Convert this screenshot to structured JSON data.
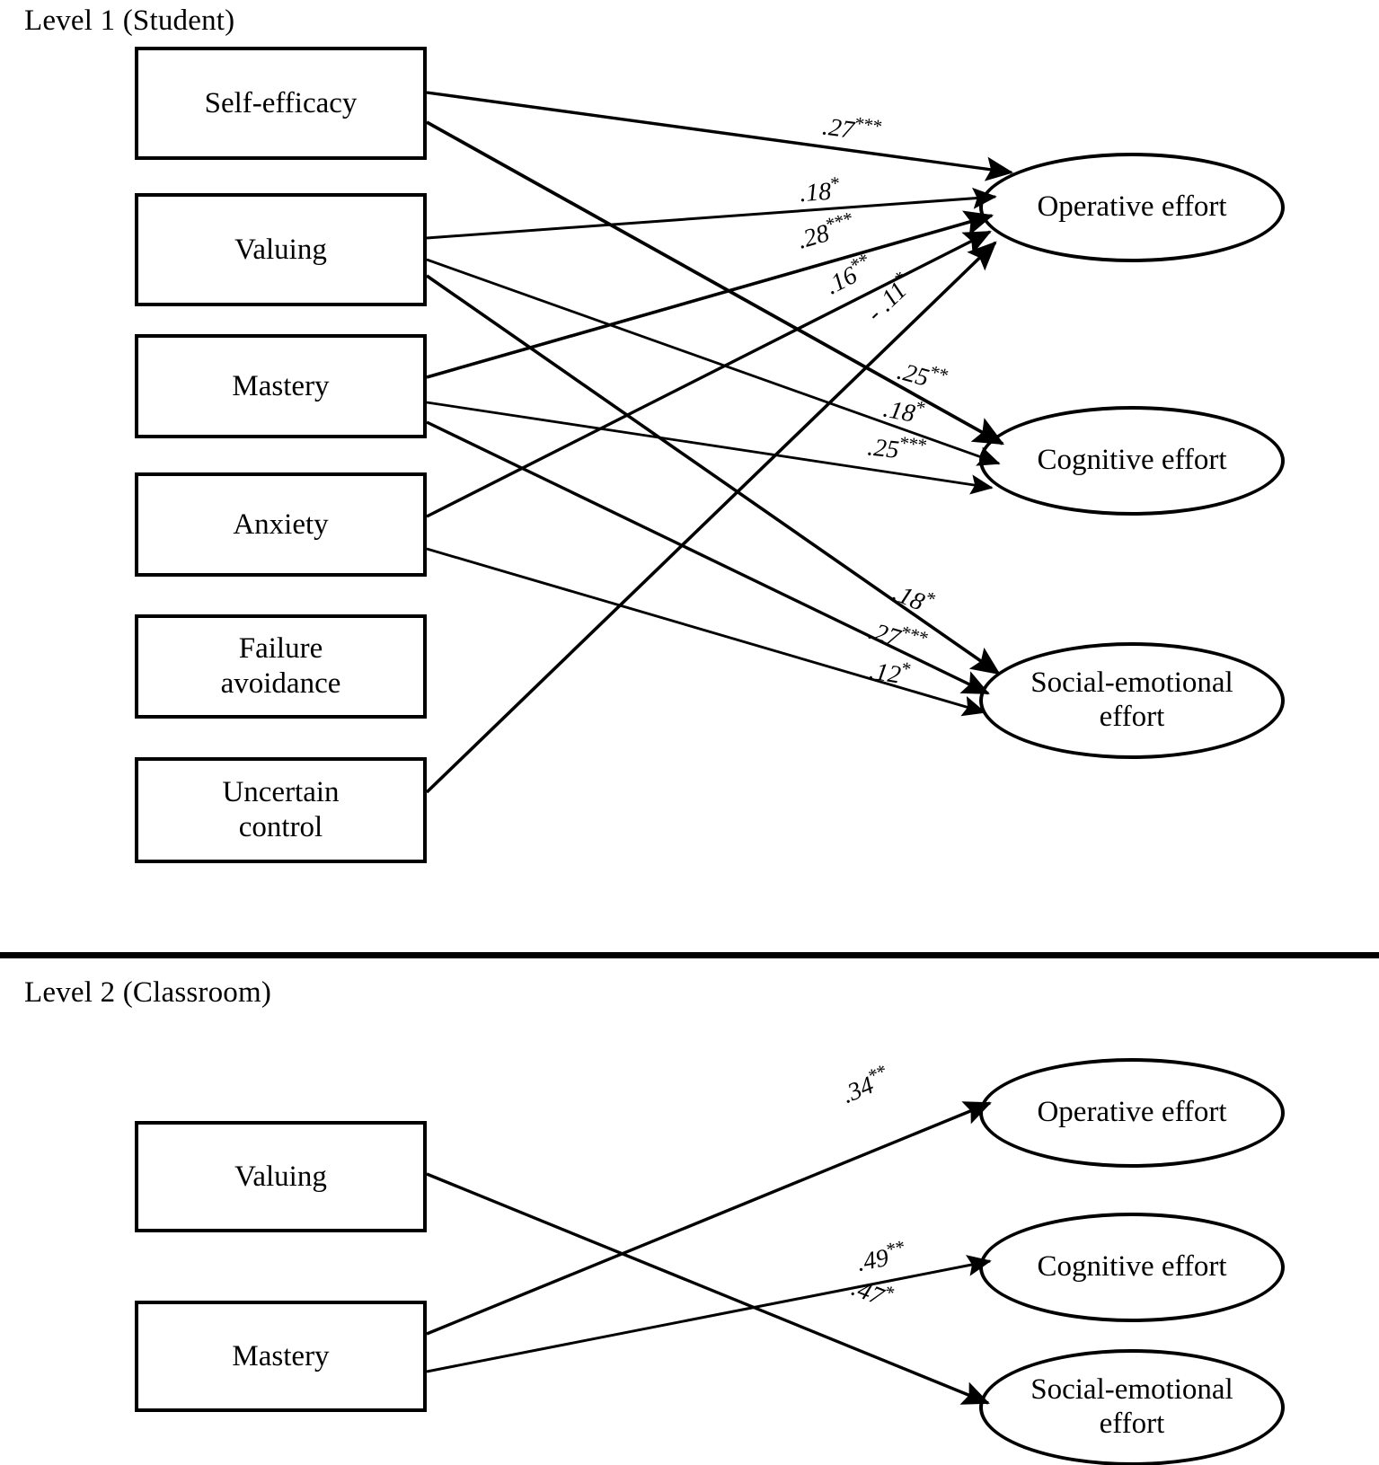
{
  "figure": {
    "type": "path-diagram",
    "levels": [
      {
        "id": "level1",
        "title": "Level 1 (Student)",
        "predictors": [
          {
            "id": "self_efficacy",
            "label": "Self-efficacy"
          },
          {
            "id": "valuing",
            "label": "Valuing"
          },
          {
            "id": "mastery",
            "label": "Mastery"
          },
          {
            "id": "anxiety",
            "label": "Anxiety"
          },
          {
            "id": "failure_avoidance",
            "label": "Failure\navoidance",
            "line1": "Failure",
            "line2": "avoidance"
          },
          {
            "id": "uncertain_control",
            "label": "Uncertain\ncontrol",
            "line1": "Uncertain",
            "line2": "control"
          }
        ],
        "outcomes": [
          {
            "id": "operative",
            "label": "Operative effort"
          },
          {
            "id": "cognitive",
            "label": "Cognitive effort"
          },
          {
            "id": "social_emotional",
            "label": "Social-emotional\neffort",
            "line1": "Social-emotional",
            "line2": "effort"
          }
        ],
        "paths": [
          {
            "from": "self_efficacy",
            "to": "operative",
            "coef": ".27",
            "stars": "***",
            "label": ".27***"
          },
          {
            "from": "self_efficacy",
            "to": "cognitive",
            "coef": ".25",
            "stars": "**",
            "label": ".25**"
          },
          {
            "from": "valuing",
            "to": "operative",
            "coef": ".18",
            "stars": "*",
            "label": ".18*"
          },
          {
            "from": "valuing",
            "to": "cognitive",
            "coef": ".18",
            "stars": "*",
            "label": ".18*"
          },
          {
            "from": "valuing",
            "to": "social_emotional",
            "coef": ".18",
            "stars": "*",
            "label": ".18*"
          },
          {
            "from": "mastery",
            "to": "operative",
            "coef": ".28",
            "stars": "***",
            "label": ".28***"
          },
          {
            "from": "mastery",
            "to": "cognitive",
            "coef": ".25",
            "stars": "***",
            "label": ".25***"
          },
          {
            "from": "mastery",
            "to": "social_emotional",
            "coef": ".27",
            "stars": "***",
            "label": ".27***"
          },
          {
            "from": "anxiety",
            "to": "operative",
            "coef": ".16",
            "stars": "**",
            "label": ".16**"
          },
          {
            "from": "anxiety",
            "to": "social_emotional",
            "coef": ".12",
            "stars": "*",
            "label": ".12*"
          },
          {
            "from": "uncertain_control",
            "to": "operative",
            "coef": "- .11",
            "stars": "*",
            "label": "- .11*"
          }
        ]
      },
      {
        "id": "level2",
        "title": "Level 2 (Classroom)",
        "predictors": [
          {
            "id": "valuing2",
            "label": "Valuing"
          },
          {
            "id": "mastery2",
            "label": "Mastery"
          }
        ],
        "outcomes": [
          {
            "id": "operative2",
            "label": "Operative effort"
          },
          {
            "id": "cognitive2",
            "label": "Cognitive effort"
          },
          {
            "id": "social_emotional2",
            "label": "Social-emotional\neffort",
            "line1": "Social-emotional",
            "line2": "effort"
          }
        ],
        "paths": [
          {
            "from": "mastery2",
            "to": "operative2",
            "coef": ".34",
            "stars": "**",
            "label": ".34**"
          },
          {
            "from": "mastery2",
            "to": "cognitive2",
            "coef": ".49",
            "stars": "**",
            "label": ".49**"
          },
          {
            "from": "valuing2",
            "to": "social_emotional2",
            "coef": ".47",
            "stars": "*",
            "label": ".47*"
          }
        ]
      }
    ],
    "colors": {
      "stroke": "#000000",
      "fill": "#ffffff",
      "text": "#000000"
    }
  },
  "labels": {
    "l1_title": "Level 1 (Student)",
    "l2_title": "Level 2 (Classroom)",
    "self_efficacy": "Self-efficacy",
    "valuing": "Valuing",
    "mastery": "Mastery",
    "anxiety": "Anxiety",
    "failure_1": "Failure",
    "failure_2": "avoidance",
    "uncertain_1": "Uncertain",
    "uncertain_2": "control",
    "operative": "Operative effort",
    "cognitive": "Cognitive effort",
    "social_1": "Social-emotional",
    "social_2": "effort",
    "valuing2": "Valuing",
    "mastery2": "Mastery",
    "operative2": "Operative effort",
    "cognitive2": "Cognitive effort",
    "social2_1": "Social-emotional",
    "social2_2": "effort"
  },
  "coefs": {
    "c1": ".27",
    "c1s": "***",
    "c2": ".18",
    "c2s": "*",
    "c3": ".28",
    "c3s": "***",
    "c4": ".16",
    "c4s": "**",
    "c5": "- .11",
    "c5s": "*",
    "c6": ".25",
    "c6s": "**",
    "c7": ".18",
    "c7s": "*",
    "c8": ".25",
    "c8s": "***",
    "c9": ".18",
    "c9s": "*",
    "c10": ".27",
    "c10s": "***",
    "c11": ".12",
    "c11s": "*",
    "d1": ".34",
    "d1s": "**",
    "d2": ".49",
    "d2s": "**",
    "d3": ".47",
    "d3s": "*"
  }
}
